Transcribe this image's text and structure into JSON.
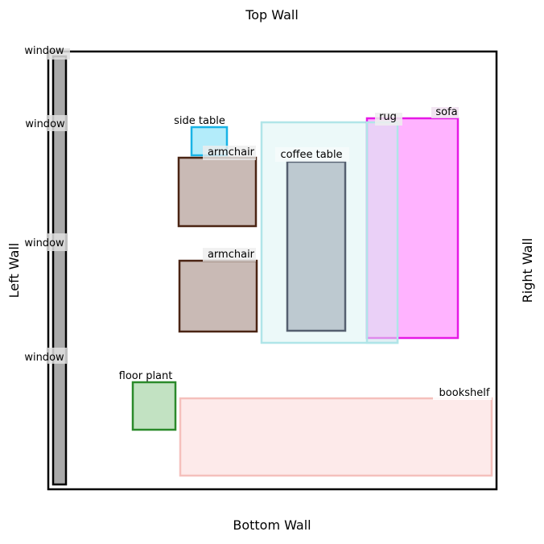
{
  "walls": {
    "top": "Top Wall",
    "bottom": "Bottom Wall",
    "left": "Left Wall",
    "right": "Right Wall"
  },
  "windows": [
    {
      "id": "window-1",
      "label": "window"
    },
    {
      "id": "window-2",
      "label": "window"
    },
    {
      "id": "window-3",
      "label": "window"
    },
    {
      "id": "window-4",
      "label": "window"
    }
  ],
  "furniture": [
    {
      "id": "rug",
      "label": "rug",
      "fill": "#e0f5f5",
      "stroke": "#b0e5e8"
    },
    {
      "id": "side-table",
      "label": "side table",
      "fill": "#b3ecfa",
      "stroke": "#19b3e6"
    },
    {
      "id": "armchair-1",
      "label": "armchair",
      "fill": "#c9bab5",
      "stroke": "#4a2413"
    },
    {
      "id": "armchair-2",
      "label": "armchair",
      "fill": "#c9bab5",
      "stroke": "#4a2413"
    },
    {
      "id": "coffee-table",
      "label": "coffee table",
      "fill": "#bdc9d0",
      "stroke": "#556070"
    },
    {
      "id": "sofa",
      "label": "sofa",
      "fill": "#ffb3ff",
      "stroke": "#e619e6"
    },
    {
      "id": "floor-plant",
      "label": "floor plant",
      "fill": "#c2e2c2",
      "stroke": "#2a8a2a"
    },
    {
      "id": "bookshelf",
      "label": "bookshelf",
      "fill": "#fdeaea",
      "stroke": "#f5c0bc"
    }
  ],
  "colors": {
    "room_outline": "#000000",
    "window_fill": "#a9a9a9",
    "label_bg": "#eeeeee"
  }
}
